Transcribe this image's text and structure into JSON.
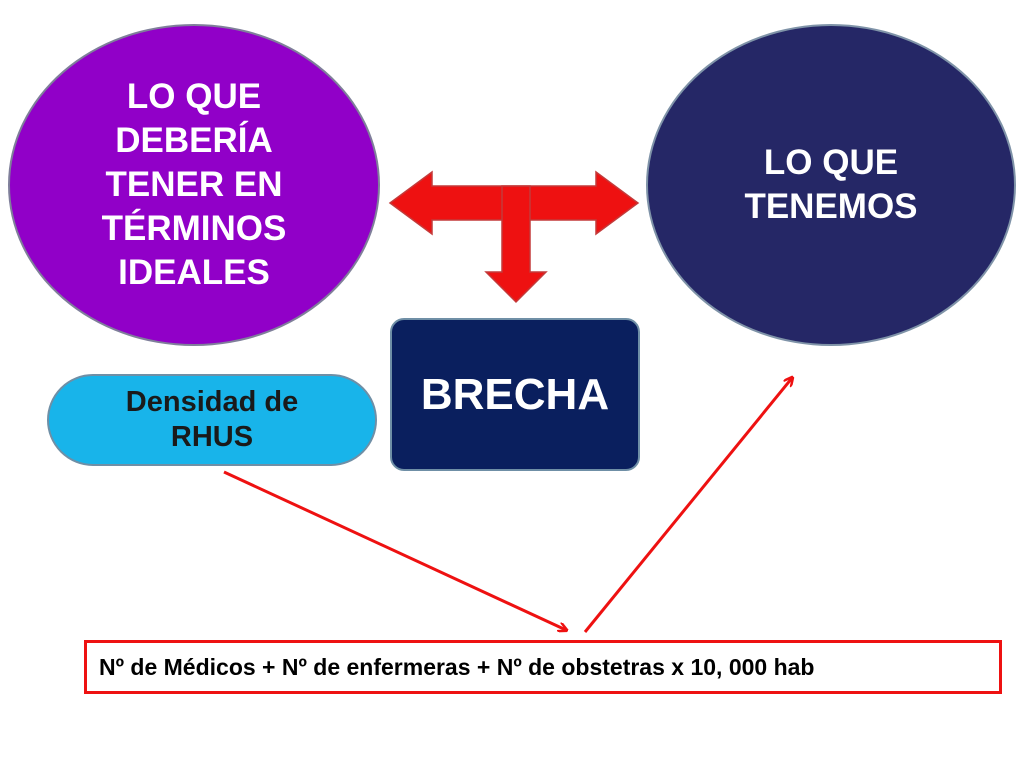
{
  "nodes": {
    "ideal": [
      "LO QUE",
      "DEBERÍA",
      "TENER EN",
      "TÉRMINOS",
      "IDEALES"
    ],
    "tenemos": [
      "LO QUE",
      "TENEMOS"
    ],
    "brecha": "BRECHA",
    "densidad": [
      "Densidad de",
      "RHUS"
    ],
    "formula": "Nº de Médicos + Nº de enfermeras + Nº de obstetras x 10, 000 hab"
  },
  "colors": {
    "ideal_fill": "#9100c8",
    "tenemos_fill": "#252766",
    "brecha_fill": "#0a1f5e",
    "densidad_fill": "#18b4ea",
    "arrow": "#ee1111"
  }
}
